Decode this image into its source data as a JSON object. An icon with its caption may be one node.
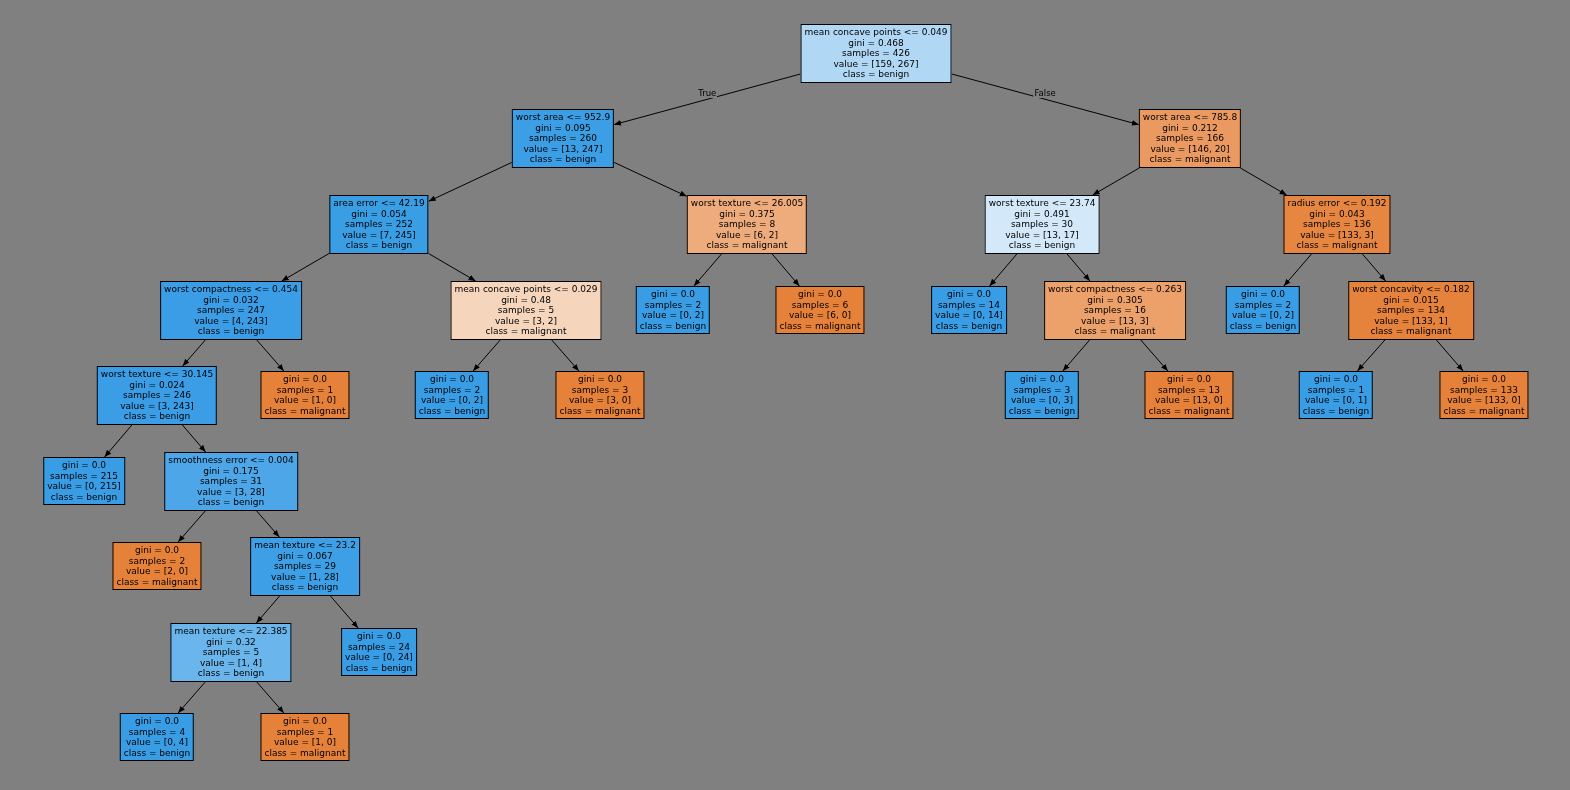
{
  "diagram": {
    "nodes": [
      {
        "text": [
          "mean concave points <= 0.049",
          "gini = 0.468",
          "samples = 426",
          "value = [159, 267]",
          "class = benign"
        ]
      },
      {
        "text": [
          "worst area <= 952.9",
          "gini = 0.095",
          "samples = 260",
          "value = [13, 247]",
          "class = benign"
        ]
      },
      {
        "text": [
          "worst area <= 785.8",
          "gini = 0.212",
          "samples = 166",
          "value = [146, 20]",
          "class = malignant"
        ]
      },
      {
        "text": [
          "area error <= 42.19",
          "gini = 0.054",
          "samples = 252",
          "value = [7, 245]",
          "class = benign"
        ]
      },
      {
        "text": [
          "worst texture <= 26.005",
          "gini = 0.375",
          "samples = 8",
          "value = [6, 2]",
          "class = malignant"
        ]
      },
      {
        "text": [
          "worst texture <= 23.74",
          "gini = 0.491",
          "samples = 30",
          "value = [13, 17]",
          "class = benign"
        ]
      },
      {
        "text": [
          "radius error <= 0.192",
          "gini = 0.043",
          "samples = 136",
          "value = [133, 3]",
          "class = malignant"
        ]
      },
      {
        "text": [
          "worst compactness <= 0.454",
          "gini = 0.032",
          "samples = 247",
          "value = [4, 243]",
          "class = benign"
        ]
      },
      {
        "text": [
          "mean concave points <= 0.029",
          "gini = 0.48",
          "samples = 5",
          "value = [3, 2]",
          "class = malignant"
        ]
      },
      {
        "text": [
          "gini = 0.0",
          "samples = 2",
          "value = [0, 2]",
          "class = benign"
        ]
      },
      {
        "text": [
          "gini = 0.0",
          "samples = 6",
          "value = [6, 0]",
          "class = malignant"
        ]
      },
      {
        "text": [
          "gini = 0.0",
          "samples = 14",
          "value = [0, 14]",
          "class = benign"
        ]
      },
      {
        "text": [
          "worst compactness <= 0.263",
          "gini = 0.305",
          "samples = 16",
          "value = [13, 3]",
          "class = malignant"
        ]
      },
      {
        "text": [
          "gini = 0.0",
          "samples = 2",
          "value = [0, 2]",
          "class = benign"
        ]
      },
      {
        "text": [
          "worst concavity <= 0.182",
          "gini = 0.015",
          "samples = 134",
          "value = [133, 1]",
          "class = malignant"
        ]
      },
      {
        "text": [
          "worst texture <= 30.145",
          "gini = 0.024",
          "samples = 246",
          "value = [3, 243]",
          "class = benign"
        ]
      },
      {
        "text": [
          "gini = 0.0",
          "samples = 1",
          "value = [1, 0]",
          "class = malignant"
        ]
      },
      {
        "text": [
          "gini = 0.0",
          "samples = 2",
          "value = [0, 2]",
          "class = benign"
        ]
      },
      {
        "text": [
          "gini = 0.0",
          "samples = 3",
          "value = [3, 0]",
          "class = malignant"
        ]
      },
      {
        "text": [
          "gini = 0.0",
          "samples = 3",
          "value = [0, 3]",
          "class = benign"
        ]
      },
      {
        "text": [
          "gini = 0.0",
          "samples = 13",
          "value = [13, 0]",
          "class = malignant"
        ]
      },
      {
        "text": [
          "gini = 0.0",
          "samples = 1",
          "value = [0, 1]",
          "class = benign"
        ]
      },
      {
        "text": [
          "gini = 0.0",
          "samples = 133",
          "value = [133, 0]",
          "class = malignant"
        ]
      },
      {
        "text": [
          "gini = 0.0",
          "samples = 215",
          "value = [0, 215]",
          "class = benign"
        ]
      },
      {
        "text": [
          "smoothness error <= 0.004",
          "gini = 0.175",
          "samples = 31",
          "value = [3, 28]",
          "class = benign"
        ]
      },
      {
        "text": [
          "gini = 0.0",
          "samples = 2",
          "value = [2, 0]",
          "class = malignant"
        ]
      },
      {
        "text": [
          "mean texture <= 23.2",
          "gini = 0.067",
          "samples = 29",
          "value = [1, 28]",
          "class = benign"
        ]
      },
      {
        "text": [
          "mean texture <= 22.385",
          "gini = 0.32",
          "samples = 5",
          "value = [1, 4]",
          "class = benign"
        ]
      },
      {
        "text": [
          "gini = 0.0",
          "samples = 24",
          "value = [0, 24]",
          "class = benign"
        ]
      },
      {
        "text": [
          "gini = 0.0",
          "samples = 4",
          "value = [0, 4]",
          "class = benign"
        ]
      },
      {
        "text": [
          "gini = 0.0",
          "samples = 1",
          "value = [1, 0]",
          "class = malignant"
        ]
      }
    ],
    "edges": [
      {
        "from": 0,
        "to": 1,
        "arrow": "to",
        "label": "True"
      },
      {
        "from": 0,
        "to": 2,
        "arrow": "to",
        "label": "False"
      },
      {
        "from": 1,
        "to": 3,
        "arrow": "to"
      },
      {
        "from": 1,
        "to": 4,
        "arrow": "to"
      },
      {
        "from": 2,
        "to": 5,
        "arrow": "to"
      },
      {
        "from": 2,
        "to": 6,
        "arrow": "to"
      },
      {
        "from": 3,
        "to": 7,
        "arrow": "to"
      },
      {
        "from": 3,
        "to": 8,
        "arrow": "to"
      },
      {
        "from": 4,
        "to": 9,
        "arrow": "to"
      },
      {
        "from": 4,
        "to": 10,
        "arrow": "to"
      },
      {
        "from": 5,
        "to": 11,
        "arrow": "to"
      },
      {
        "from": 5,
        "to": 12,
        "arrow": "to"
      },
      {
        "from": 6,
        "to": 13,
        "arrow": "to"
      },
      {
        "from": 6,
        "to": 14,
        "arrow": "to"
      },
      {
        "from": 7,
        "to": 15,
        "arrow": "to"
      },
      {
        "from": 7,
        "to": 16,
        "arrow": "to"
      },
      {
        "from": 8,
        "to": 17,
        "arrow": "to"
      },
      {
        "from": 8,
        "to": 18,
        "arrow": "to"
      },
      {
        "from": 12,
        "to": 19,
        "arrow": "to"
      },
      {
        "from": 12,
        "to": 20,
        "arrow": "to"
      },
      {
        "from": 14,
        "to": 21,
        "arrow": "to"
      },
      {
        "from": 14,
        "to": 22,
        "arrow": "to"
      },
      {
        "from": 15,
        "to": 23,
        "arrow": "to"
      },
      {
        "from": 15,
        "to": 24,
        "arrow": "to"
      },
      {
        "from": 24,
        "to": 25,
        "arrow": "to"
      },
      {
        "from": 24,
        "to": 26,
        "arrow": "to"
      },
      {
        "from": 26,
        "to": 27,
        "arrow": "to"
      },
      {
        "from": 26,
        "to": 28,
        "arrow": "to"
      },
      {
        "from": 27,
        "to": 29,
        "arrow": "to"
      },
      {
        "from": 27,
        "to": 30,
        "arrow": "to"
      }
    ]
  }
}
